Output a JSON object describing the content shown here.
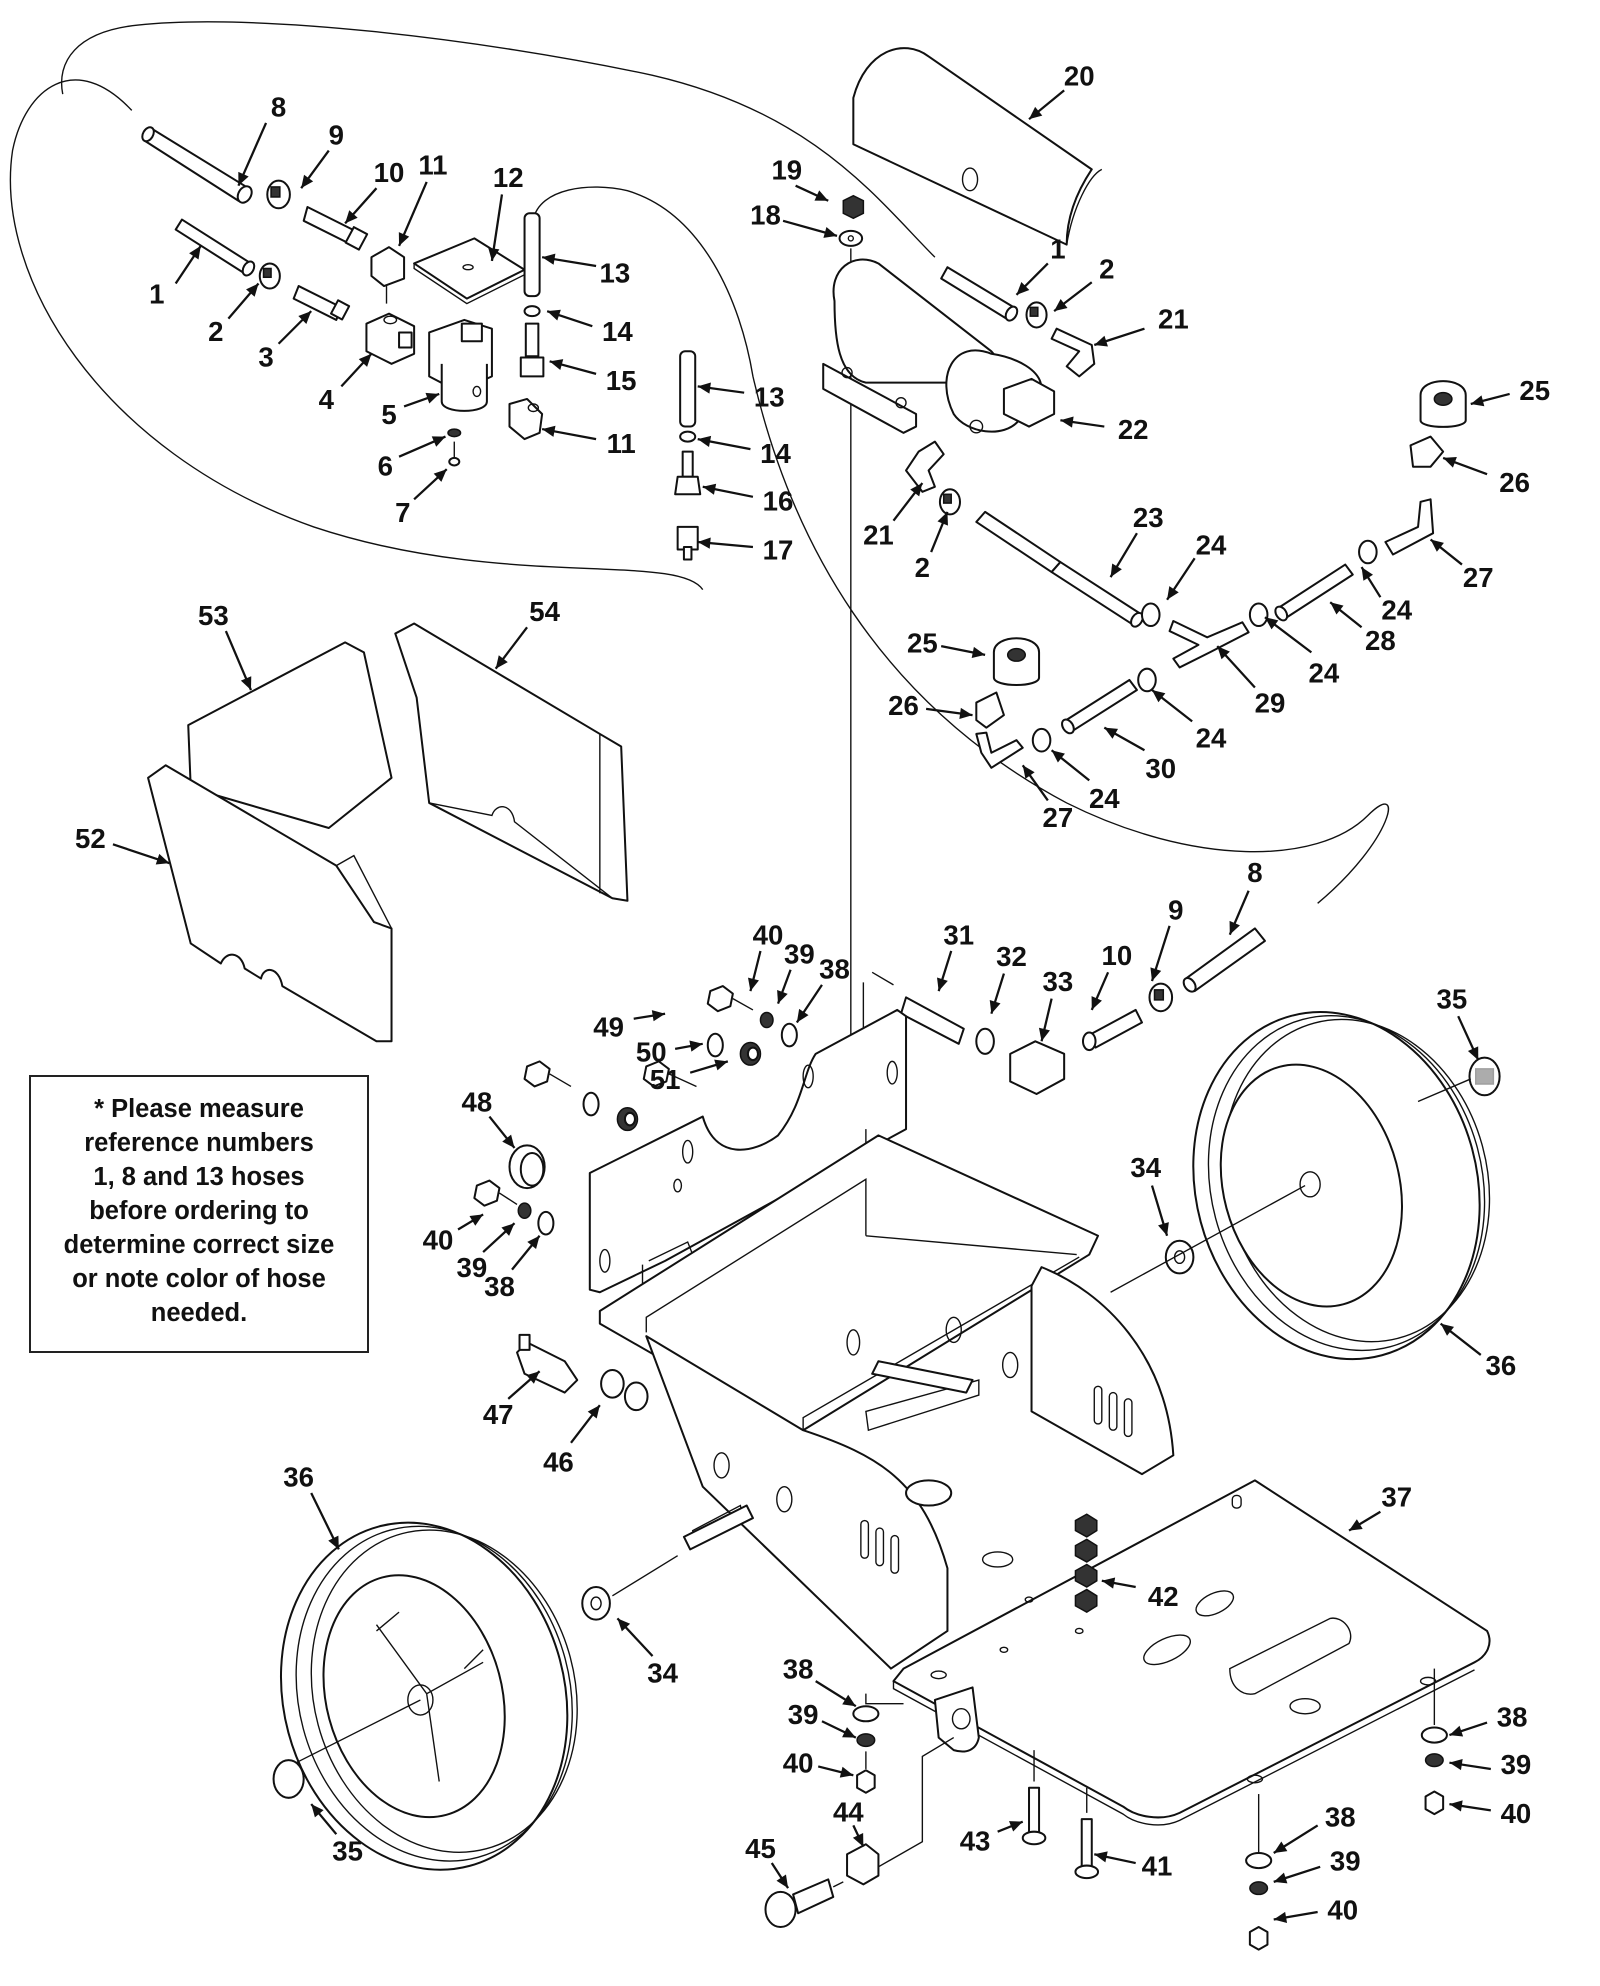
{
  "diagram": {
    "title": "Exploded parts diagram - pump cart assembly",
    "note": "* Please measure\nreference numbers\n1, 8 and 13 hoses\nbefore ordering to\ndetermine correct size\nor note color of hose\nneeded.",
    "callouts": [
      {
        "ref": "8",
        "part": "hose"
      },
      {
        "ref": "9",
        "part": "hose clamp"
      },
      {
        "ref": "10",
        "part": "hose barb fitting"
      },
      {
        "ref": "11",
        "part": "elbow fitting"
      },
      {
        "ref": "12",
        "part": "gasket plate"
      },
      {
        "ref": "13",
        "part": "hose"
      },
      {
        "ref": "1",
        "part": "hose"
      },
      {
        "ref": "2",
        "part": "hose clamp"
      },
      {
        "ref": "3",
        "part": "hose barb fitting"
      },
      {
        "ref": "14",
        "part": "clamp"
      },
      {
        "ref": "15",
        "part": "barb fitting"
      },
      {
        "ref": "4",
        "part": "tee block"
      },
      {
        "ref": "5",
        "part": "solenoid valve"
      },
      {
        "ref": "11",
        "part": "elbow fitting"
      },
      {
        "ref": "6",
        "part": "washer"
      },
      {
        "ref": "7",
        "part": "screw"
      },
      {
        "ref": "13",
        "part": "hose"
      },
      {
        "ref": "14",
        "part": "clamp"
      },
      {
        "ref": "16",
        "part": "fitting"
      },
      {
        "ref": "17",
        "part": "fitting"
      },
      {
        "ref": "20",
        "part": "pump cover"
      },
      {
        "ref": "19",
        "part": "nut"
      },
      {
        "ref": "18",
        "part": "washer"
      },
      {
        "ref": "1",
        "part": "hose"
      },
      {
        "ref": "2",
        "part": "hose clamp"
      },
      {
        "ref": "21",
        "part": "elbow barb"
      },
      {
        "ref": "22",
        "part": "pump"
      },
      {
        "ref": "25",
        "part": "filter cap"
      },
      {
        "ref": "26",
        "part": "elbow"
      },
      {
        "ref": "21",
        "part": "elbow barb"
      },
      {
        "ref": "2",
        "part": "hose clamp"
      },
      {
        "ref": "23",
        "part": "hose"
      },
      {
        "ref": "24",
        "part": "hose clamp"
      },
      {
        "ref": "27",
        "part": "elbow barb"
      },
      {
        "ref": "24",
        "part": "hose clamp"
      },
      {
        "ref": "28",
        "part": "hose"
      },
      {
        "ref": "24",
        "part": "hose clamp"
      },
      {
        "ref": "29",
        "part": "tee barb"
      },
      {
        "ref": "25",
        "part": "filter cap"
      },
      {
        "ref": "26",
        "part": "elbow"
      },
      {
        "ref": "24",
        "part": "hose clamp"
      },
      {
        "ref": "24",
        "part": "hose clamp"
      },
      {
        "ref": "30",
        "part": "hose"
      },
      {
        "ref": "27",
        "part": "elbow barb"
      },
      {
        "ref": "53",
        "part": "foam panel"
      },
      {
        "ref": "54",
        "part": "foam panel"
      },
      {
        "ref": "52",
        "part": "foam panel"
      },
      {
        "ref": "8",
        "part": "hose"
      },
      {
        "ref": "9",
        "part": "hose clamp"
      },
      {
        "ref": "10",
        "part": "hose barb fitting"
      },
      {
        "ref": "31",
        "part": "threaded fitting"
      },
      {
        "ref": "32",
        "part": "lock washer"
      },
      {
        "ref": "33",
        "part": "nut block"
      },
      {
        "ref": "40",
        "part": "bolt"
      },
      {
        "ref": "39",
        "part": "lock washer"
      },
      {
        "ref": "38",
        "part": "flat washer"
      },
      {
        "ref": "49",
        "part": "bolt"
      },
      {
        "ref": "50",
        "part": "washer"
      },
      {
        "ref": "51",
        "part": "grommet"
      },
      {
        "ref": "35",
        "part": "hub cap"
      },
      {
        "ref": "48",
        "part": "knob"
      },
      {
        "ref": "34",
        "part": "spacer washer"
      },
      {
        "ref": "40",
        "part": "bolt"
      },
      {
        "ref": "39",
        "part": "lock washer"
      },
      {
        "ref": "38",
        "part": "flat washer"
      },
      {
        "ref": "36",
        "part": "wheel"
      },
      {
        "ref": "47",
        "part": "valve fitting"
      },
      {
        "ref": "46",
        "part": "washers"
      },
      {
        "ref": "36",
        "part": "wheel"
      },
      {
        "ref": "37",
        "part": "base plate"
      },
      {
        "ref": "42",
        "part": "nuts"
      },
      {
        "ref": "34",
        "part": "spacer washer"
      },
      {
        "ref": "38",
        "part": "flat washer"
      },
      {
        "ref": "39",
        "part": "lock washer"
      },
      {
        "ref": "40",
        "part": "bolt"
      },
      {
        "ref": "38",
        "part": "flat washer"
      },
      {
        "ref": "39",
        "part": "lock washer"
      },
      {
        "ref": "40",
        "part": "bolt"
      },
      {
        "ref": "35",
        "part": "hub cap"
      },
      {
        "ref": "44",
        "part": "spacer"
      },
      {
        "ref": "45",
        "part": "screw"
      },
      {
        "ref": "43",
        "part": "screw"
      },
      {
        "ref": "41",
        "part": "screw"
      },
      {
        "ref": "38",
        "part": "flat washer"
      },
      {
        "ref": "39",
        "part": "lock washer"
      },
      {
        "ref": "40",
        "part": "bolt"
      }
    ]
  }
}
